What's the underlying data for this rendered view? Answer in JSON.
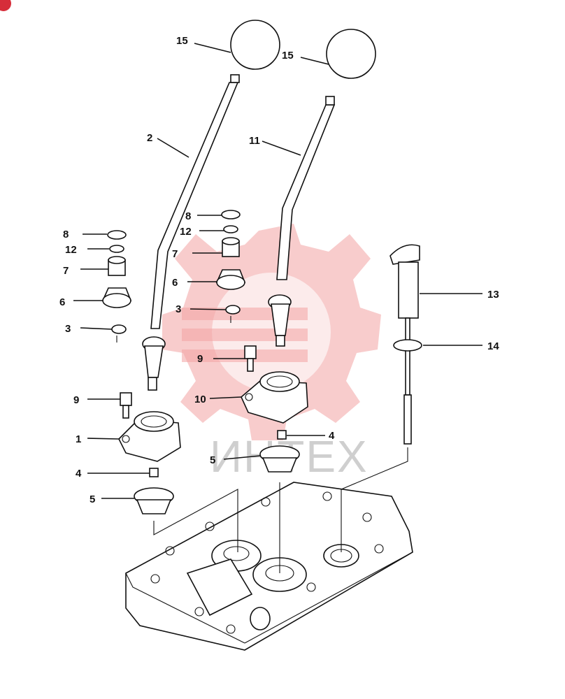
{
  "watermark": {
    "text": "ИНТЕХ",
    "gear_color": "#f2a3a3"
  },
  "corner_badge": {
    "color": "#d62d3a"
  },
  "callouts": [
    {
      "id": "c15a",
      "label": "15"
    },
    {
      "id": "c15b",
      "label": "15"
    },
    {
      "id": "c2",
      "label": "2"
    },
    {
      "id": "c11",
      "label": "11"
    },
    {
      "id": "c8a",
      "label": "8"
    },
    {
      "id": "c12a",
      "label": "12"
    },
    {
      "id": "c7a",
      "label": "7"
    },
    {
      "id": "c6a",
      "label": "6"
    },
    {
      "id": "c3a",
      "label": "3"
    },
    {
      "id": "c8b",
      "label": "8"
    },
    {
      "id": "c12b",
      "label": "12"
    },
    {
      "id": "c7b",
      "label": "7"
    },
    {
      "id": "c6b",
      "label": "6"
    },
    {
      "id": "c3b",
      "label": "3"
    },
    {
      "id": "c9a",
      "label": "9"
    },
    {
      "id": "c10",
      "label": "10"
    },
    {
      "id": "c9b",
      "label": "9"
    },
    {
      "id": "c1",
      "label": "1"
    },
    {
      "id": "c4a",
      "label": "4"
    },
    {
      "id": "c4b",
      "label": "4"
    },
    {
      "id": "c5a",
      "label": "5"
    },
    {
      "id": "c5b",
      "label": "5"
    },
    {
      "id": "c13",
      "label": "13"
    },
    {
      "id": "c14",
      "label": "14"
    }
  ]
}
